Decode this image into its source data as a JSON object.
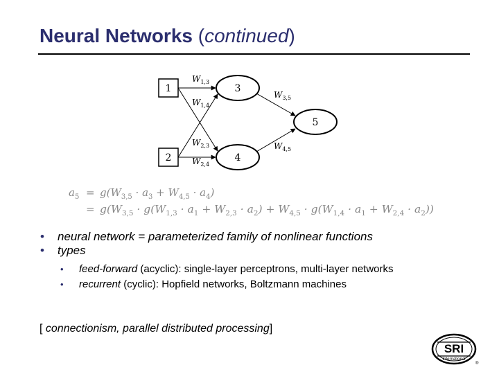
{
  "title": {
    "main": "Neural Networks",
    "paren_open": "(",
    "italic": "continued",
    "paren_close": ")"
  },
  "diagram": {
    "nodes": [
      {
        "id": "1",
        "label": "1",
        "shape": "box"
      },
      {
        "id": "2",
        "label": "2",
        "shape": "box"
      },
      {
        "id": "3",
        "label": "3",
        "shape": "circle"
      },
      {
        "id": "4",
        "label": "4",
        "shape": "circle"
      },
      {
        "id": "5",
        "label": "5",
        "shape": "circle"
      }
    ],
    "edge_labels": {
      "w13": {
        "base": "W",
        "sub": "1,3"
      },
      "w14": {
        "base": "W",
        "sub": "1,4"
      },
      "w23": {
        "base": "W",
        "sub": "2,3"
      },
      "w24": {
        "base": "W",
        "sub": "2,4"
      },
      "w35": {
        "base": "W",
        "sub": "3,5"
      },
      "w45": {
        "base": "W",
        "sub": "4,5"
      }
    }
  },
  "equation": {
    "line1": {
      "lhs": "a",
      "lhs_sub": "5",
      "eq": "=",
      "rhs": [
        {
          "t": "g(W"
        },
        {
          "s": "3,5"
        },
        {
          "t": " · a"
        },
        {
          "s": "3"
        },
        {
          "t": " + W"
        },
        {
          "s": "4,5"
        },
        {
          "t": " · a"
        },
        {
          "s": "4"
        },
        {
          "t": ")"
        }
      ]
    },
    "line2": {
      "eq": "=",
      "rhs": [
        {
          "t": "g(W"
        },
        {
          "s": "3,5"
        },
        {
          "t": " · g(W"
        },
        {
          "s": "1,3"
        },
        {
          "t": " · a"
        },
        {
          "s": "1"
        },
        {
          "t": " + W"
        },
        {
          "s": "2,3"
        },
        {
          "t": " · a"
        },
        {
          "s": "2"
        },
        {
          "t": ") + W"
        },
        {
          "s": "4,5"
        },
        {
          "t": " · g(W"
        },
        {
          "s": "1,4"
        },
        {
          "t": " · a"
        },
        {
          "s": "1"
        },
        {
          "t": " + W"
        },
        {
          "s": "2,4"
        },
        {
          "t": " · a"
        },
        {
          "s": "2"
        },
        {
          "t": "))"
        }
      ]
    }
  },
  "bullets": {
    "marker": "•",
    "b1": "neural network = parameterized family of nonlinear functions",
    "b2": "types",
    "sub1_italic": "feed-forward",
    "sub1_rest": " (acyclic): single-layer perceptrons, multi-layer networks",
    "sub2_italic": "recurrent",
    "sub2_rest": " (cyclic): Hopfield networks, Boltzmann machines"
  },
  "footer": {
    "open": "[ ",
    "italic": "connectionism, parallel distributed processing",
    "close": "]"
  },
  "logo": {
    "text_main": "SRI",
    "text_sub": "International",
    "mark": "®",
    "color": "#000000"
  },
  "colors": {
    "title": "#2b2e6e",
    "equation": "#888888"
  }
}
